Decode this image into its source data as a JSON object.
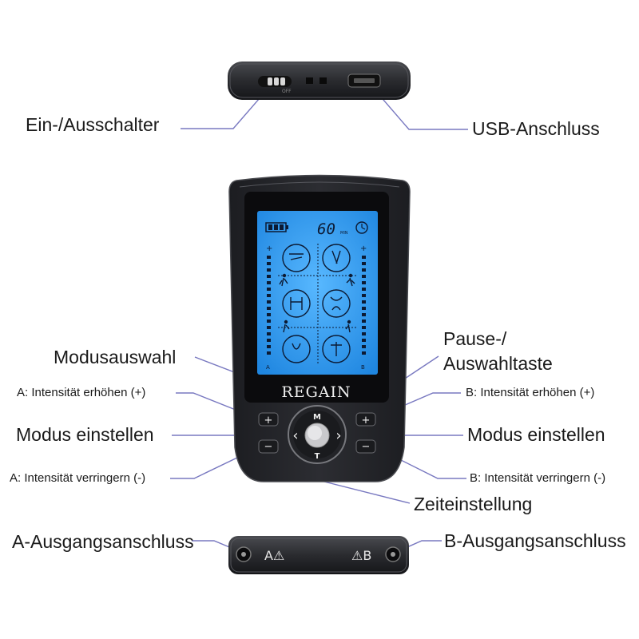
{
  "labels": {
    "power_switch": "Ein-/Ausschalter",
    "usb_port": "USB-Anschluss",
    "mode_select": "Modusauswahl",
    "pause_line1": "Pause-/",
    "pause_line2": "Auswahltaste",
    "a_increase": "A: Intensität erhöhen (+)",
    "b_increase": "B: Intensität erhöhen (+)",
    "mode_set_left": "Modus einstellen",
    "mode_set_right": "Modus einstellen",
    "a_decrease": "A: Intensität verringern (-)",
    "b_decrease": "B: Intensität verringern (-)",
    "time_setting": "Zeiteinstellung",
    "a_output": "A-Ausgangsanschluss",
    "b_output": "B-Ausgangsanschluss"
  },
  "device": {
    "brand": "REGAIN",
    "timer_value": "60",
    "timer_unit": "MIN",
    "switch_text": "OFF",
    "channel_a": "A",
    "channel_b": "B",
    "port_a_label": "A⚠",
    "port_b_label": "⚠B",
    "buttons": {
      "plus": "+",
      "minus": "−",
      "mode": "M",
      "time": "T",
      "left": "‹",
      "right": "›"
    }
  },
  "colors": {
    "lcd": "#2f9ff2",
    "body": "#26272b",
    "leader": "#7878c0"
  }
}
